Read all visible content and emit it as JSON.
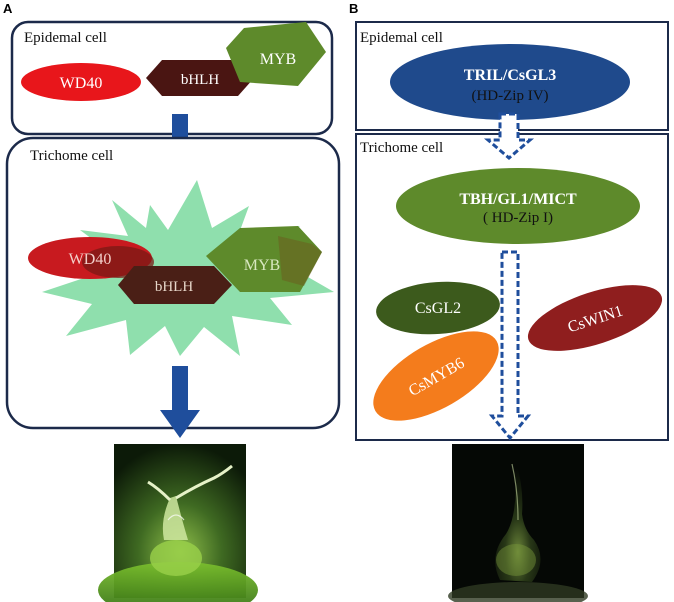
{
  "panel_a": {
    "letter": "A",
    "epidermal_label": "Epidemal cell",
    "trichome_label": "Trichome cell",
    "epidermal_proteins": [
      "WD40",
      "bHLH",
      "MYB"
    ],
    "trichome_proteins": [
      "WD40",
      "bHLH",
      "MYB"
    ]
  },
  "panel_b": {
    "letter": "B",
    "epidermal_label": "Epidemal cell",
    "trichome_label": "Trichome cell",
    "tril_name": "TRIL/CsGL3",
    "tril_family": "(HD-Zip IV)",
    "tbh_name": "TBH/GL1/MICT",
    "tbh_family": "( HD-Zip I)",
    "csgl2": "CsGL2",
    "cswin1": "CsWIN1",
    "csmyb6": "CsMYB6"
  },
  "colors": {
    "wd40": "#e8161b",
    "bhlh": "#4a1512",
    "myb": "#5e8a2b",
    "starburst": "#8fdfad",
    "arrow": "#1f4e9c",
    "tril": "#1f4a8c",
    "tbh": "#5e8a2b",
    "csgl2": "#3c5a1c",
    "cswin1": "#8f1e1e",
    "csmyb6": "#f47c1c"
  }
}
